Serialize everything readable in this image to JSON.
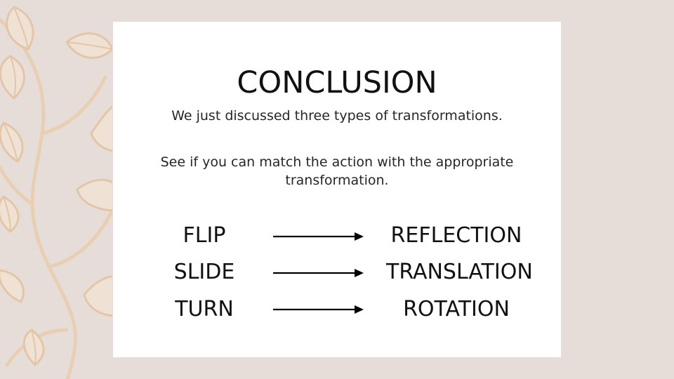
{
  "slide": {
    "title": "CONCLUSION",
    "line1": "We just discussed three types of transformations.",
    "line2": "See if you can match the action with the appropriate transformation."
  },
  "pairs": [
    {
      "action": "FLIP",
      "transformation": "REFLECTION"
    },
    {
      "action": "SLIDE",
      "transformation": "TRANSLATION"
    },
    {
      "action": "TURN",
      "transformation": "ROTATION"
    }
  ],
  "colors": {
    "background": "#e6dcd8",
    "card": "#ffffff",
    "leaf": "#e8cfb4",
    "text": "#111111"
  },
  "icons": [
    "leaf-vine-decoration",
    "arrow-right-icon"
  ]
}
